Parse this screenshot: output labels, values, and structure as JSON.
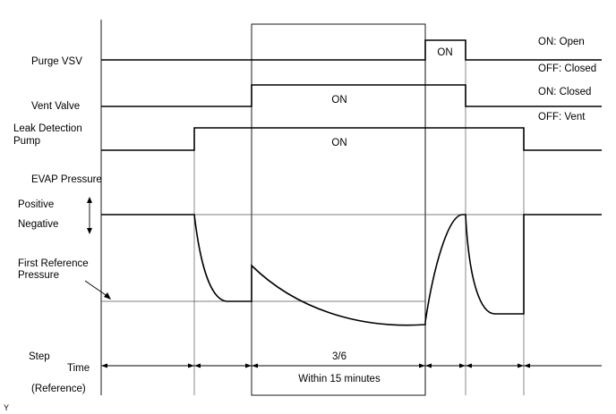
{
  "signals": {
    "purge_vsv": {
      "label": "Purge VSV",
      "on_label": "ON",
      "state_on": "ON: Open",
      "state_off": "OFF: Closed"
    },
    "vent_valve": {
      "label": "Vent Valve",
      "on_label": "ON",
      "state_on": "ON: Closed",
      "state_off": "OFF: Vent"
    },
    "leak_pump": {
      "label_line1": "Leak Detection",
      "label_line2": "Pump",
      "on_label": "ON"
    }
  },
  "evap": {
    "label": "EVAP Pressure",
    "positive": "Positive",
    "negative": "Negative",
    "first_ref_line1": "First Reference",
    "first_ref_line2": "Pressure"
  },
  "timeline": {
    "step_label": "Step",
    "time_label": "Time",
    "reference_label": "(Reference)",
    "step_value": "3/6",
    "time_value": "Within 15 minutes"
  },
  "footer_mark": "Y"
}
